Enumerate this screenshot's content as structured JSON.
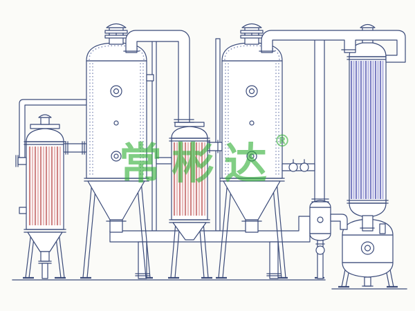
{
  "diagram": {
    "watermark": {
      "text": "常彬达",
      "mark": "®"
    },
    "equipment": [
      {
        "id": "preheater-column"
      },
      {
        "id": "first-effect-evaporator"
      },
      {
        "id": "second-effect-heater-column"
      },
      {
        "id": "second-effect-evaporator"
      },
      {
        "id": "condenser-column"
      },
      {
        "id": "vapor-liquid-separator"
      },
      {
        "id": "condensate-receiver-tank"
      }
    ]
  },
  "colors": {
    "paper": "#fbfbf8",
    "line": "#3a4a79",
    "line-soft": "#7d89b5",
    "tube-pink": "#cf8484",
    "tube-pink-light": "#e9bcbc",
    "tube-blue": "#7b7ec2",
    "tube-blue-light": "#b4b6e2",
    "wm": "#35b13a"
  }
}
